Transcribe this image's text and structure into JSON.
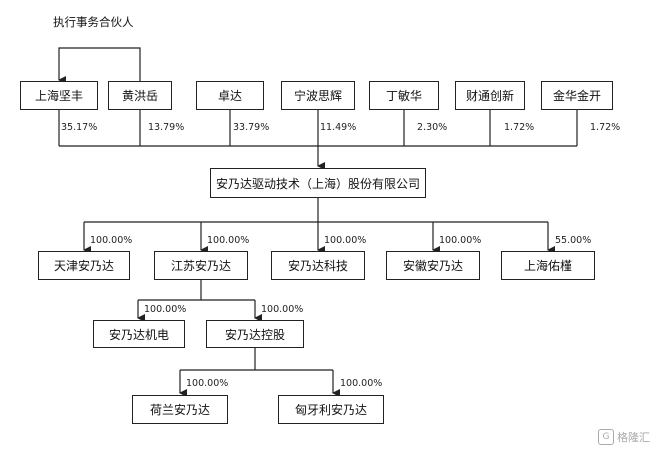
{
  "note": "执行事务合伙人",
  "shareholders": [
    {
      "name": "上海坚丰",
      "pct": "35.17%"
    },
    {
      "name": "黄洪岳",
      "pct": "13.79%"
    },
    {
      "name": "卓达",
      "pct": "33.79%"
    },
    {
      "name": "宁波思辉",
      "pct": "11.49%"
    },
    {
      "name": "丁敏华",
      "pct": "2.30%"
    },
    {
      "name": "财通创新",
      "pct": "1.72%"
    },
    {
      "name": "金华金开",
      "pct": "1.72%"
    }
  ],
  "company": "安乃达驱动技术（上海）股份有限公司",
  "subsidiaries": [
    {
      "name": "天津安乃达",
      "pct": "100.00%"
    },
    {
      "name": "江苏安乃达",
      "pct": "100.00%"
    },
    {
      "name": "安乃达科技",
      "pct": "100.00%"
    },
    {
      "name": "安徽安乃达",
      "pct": "100.00%"
    },
    {
      "name": "上海佑槿",
      "pct": "55.00%"
    }
  ],
  "jiangsu_children": [
    {
      "name": "安乃达机电",
      "pct": "100.00%"
    },
    {
      "name": "安乃达控股",
      "pct": "100.00%"
    }
  ],
  "holding_children": [
    {
      "name": "荷兰安乃达",
      "pct": "100.00%"
    },
    {
      "name": "匈牙利安乃达",
      "pct": "100.00%"
    }
  ],
  "watermark": "格隆汇"
}
